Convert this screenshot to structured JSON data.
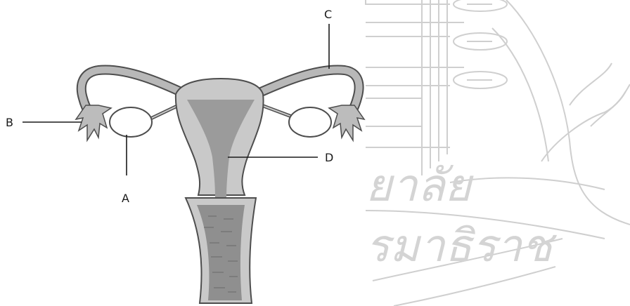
{
  "labels": {
    "a": "A",
    "b": "B",
    "c": "C",
    "d": "D"
  },
  "watermark": {
    "line1": "ยาลัย",
    "line2": "รมาธิราช"
  },
  "colors": {
    "tissue_light": "#c9c9c9",
    "tissue_dark": "#9b9b9b",
    "outline": "#4d4d4d",
    "ovary_fill": "#ffffff",
    "watermark": "#d4d4d4"
  }
}
